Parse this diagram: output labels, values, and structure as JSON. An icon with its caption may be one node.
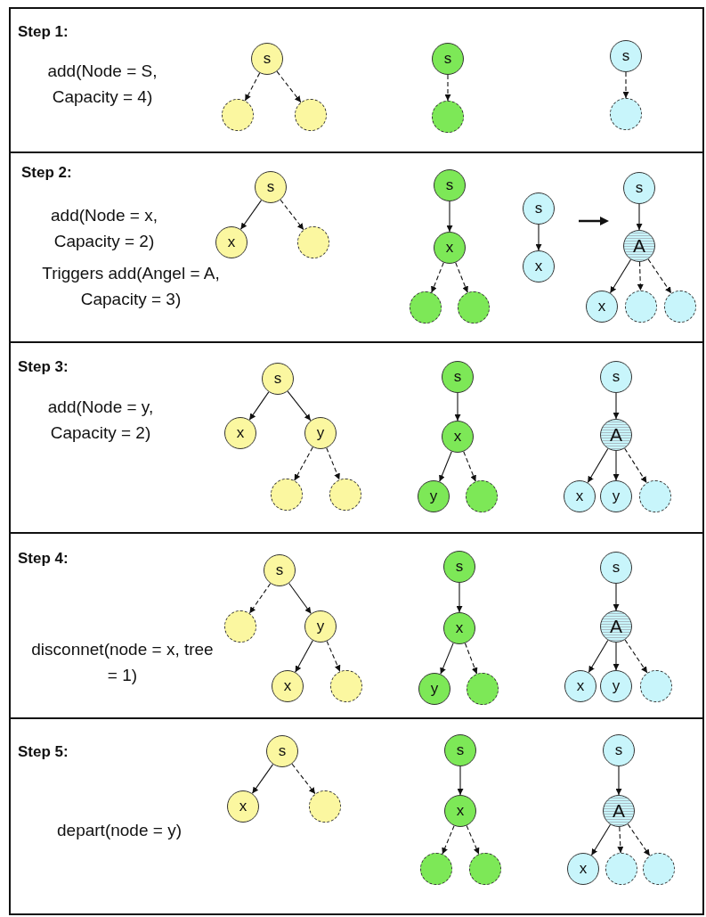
{
  "diagram": {
    "nodes": [
      {
        "text": [
          "Step 1:",
          "add(Node = S, Capacity = 4)"
        ]
      },
      {
        "text": [
          "s"
        ],
        "in": 0
      },
      {
        "text": [],
        "shape": "circle",
        "in": 0
      },
      {
        "text": [],
        "shape": "circle",
        "in": 0
      },
      {
        "text": [
          "s"
        ],
        "in": 0
      },
      {
        "text": [],
        "shape": "circle",
        "in": 0
      },
      {
        "text": [
          "s"
        ],
        "in": 0
      },
      {
        "text": [],
        "shape": "circle",
        "in": 0
      },
      {
        "text": [
          "Step 2:",
          "add(Node = x, Capacity = 2)",
          "Triggers add(Angel = A, Capacity = 3)"
        ]
      },
      {
        "text": [
          "s"
        ],
        "in": 8
      },
      {
        "text": [
          "x"
        ],
        "in": 8
      },
      {
        "text": [],
        "shape": "circle",
        "in": 8
      },
      {
        "text": [
          "s"
        ],
        "in": 8
      },
      {
        "text": [
          "x"
        ],
        "in": 8
      },
      {
        "text": [],
        "shape": "circle",
        "in": 8
      },
      {
        "text": [],
        "shape": "circle",
        "in": 8
      },
      {
        "text": [
          "s"
        ],
        "in": 8
      },
      {
        "text": [
          "x"
        ],
        "in": 8
      },
      {
        "text": [
          "s"
        ],
        "in": 8
      },
      {
        "text": [
          "A"
        ],
        "in": 8
      },
      {
        "text": [
          "x"
        ],
        "in": 8
      },
      {
        "text": [],
        "shape": "circle",
        "in": 8
      },
      {
        "text": [],
        "shape": "circle",
        "in": 8
      },
      {
        "text": [
          "Step 3:",
          "add(Node = y, Capacity = 2)"
        ]
      },
      {
        "text": [
          "s"
        ],
        "in": 23
      },
      {
        "text": [
          "x"
        ],
        "in": 23
      },
      {
        "text": [
          "y"
        ],
        "in": 23
      },
      {
        "text": [],
        "shape": "circle",
        "in": 23
      },
      {
        "text": [],
        "shape": "circle",
        "in": 23
      },
      {
        "text": [
          "s"
        ],
        "in": 23
      },
      {
        "text": [
          "x"
        ],
        "in": 23
      },
      {
        "text": [
          "y"
        ],
        "in": 23
      },
      {
        "text": [],
        "shape": "circle",
        "in": 23
      },
      {
        "text": [
          "s"
        ],
        "in": 23
      },
      {
        "text": [
          "A"
        ],
        "in": 23
      },
      {
        "text": [
          "x"
        ],
        "in": 23
      },
      {
        "text": [
          "y"
        ],
        "in": 23
      },
      {
        "text": [],
        "shape": "circle",
        "in": 23
      },
      {
        "text": [
          "Step 4:",
          "disconnet(node = x, tree = 1)"
        ]
      },
      {
        "text": [
          "s"
        ],
        "in": 38
      },
      {
        "text": [],
        "shape": "circle",
        "in": 38
      },
      {
        "text": [
          "y"
        ],
        "in": 38
      },
      {
        "text": [
          "x"
        ],
        "in": 38
      },
      {
        "text": [],
        "shape": "circle",
        "in": 38
      },
      {
        "text": [
          "s"
        ],
        "in": 38
      },
      {
        "text": [
          "x"
        ],
        "in": 38
      },
      {
        "text": [
          "y"
        ],
        "in": 38
      },
      {
        "text": [],
        "shape": "circle",
        "in": 38
      },
      {
        "text": [
          "s"
        ],
        "in": 38
      },
      {
        "text": [
          "A"
        ],
        "in": 38
      },
      {
        "text": [
          "x"
        ],
        "in": 38
      },
      {
        "text": [
          "y"
        ],
        "in": 38
      },
      {
        "text": [],
        "shape": "circle",
        "in": 38
      },
      {
        "text": [
          "Step 5:",
          "depart(node = y)"
        ]
      },
      {
        "text": [
          "s"
        ],
        "in": 53
      },
      {
        "text": [
          "x"
        ],
        "in": 53
      },
      {
        "text": [],
        "shape": "circle",
        "in": 53
      },
      {
        "text": [
          "s"
        ],
        "in": 53
      },
      {
        "text": [
          "x"
        ],
        "in": 53
      },
      {
        "text": [],
        "shape": "circle",
        "in": 53
      },
      {
        "text": [],
        "shape": "circle",
        "in": 53
      },
      {
        "text": [
          "s"
        ],
        "in": 53
      },
      {
        "text": [
          "A"
        ],
        "in": 53
      },
      {
        "text": [
          "x"
        ],
        "in": 53
      },
      {
        "text": [],
        "shape": "circle",
        "in": 53
      },
      {
        "text": [],
        "shape": "circle",
        "in": 53
      }
    ],
    "edges": [
      {
        "from": 1,
        "to": 2,
        "arrow": "to",
        "style": "dashed"
      },
      {
        "from": 1,
        "to": 3,
        "arrow": "to",
        "style": "dashed"
      },
      {
        "from": 4,
        "to": 5,
        "arrow": "to",
        "style": "dashed"
      },
      {
        "from": 6,
        "to": 7,
        "arrow": "to",
        "style": "dashed"
      },
      {
        "from": 9,
        "to": 10,
        "arrow": "to"
      },
      {
        "from": 9,
        "to": 11,
        "arrow": "to",
        "style": "dashed"
      },
      {
        "from": 12,
        "to": 13,
        "arrow": "to"
      },
      {
        "from": 13,
        "to": 14,
        "arrow": "to",
        "style": "dashed"
      },
      {
        "from": 13,
        "to": 15,
        "arrow": "to",
        "style": "dashed"
      },
      {
        "from": 16,
        "to": 17,
        "arrow": "to"
      },
      {
        "from": 18,
        "to": 19,
        "arrow": "to"
      },
      {
        "from": 19,
        "to": 20,
        "arrow": "to"
      },
      {
        "from": 19,
        "to": 21,
        "arrow": "to",
        "style": "dashed"
      },
      {
        "from": 19,
        "to": 22,
        "arrow": "to",
        "style": "dashed"
      },
      {
        "from": 24,
        "to": 25,
        "arrow": "to"
      },
      {
        "from": 24,
        "to": 26,
        "arrow": "to"
      },
      {
        "from": 26,
        "to": 27,
        "arrow": "to",
        "style": "dashed"
      },
      {
        "from": 26,
        "to": 28,
        "arrow": "to",
        "style": "dashed"
      },
      {
        "from": 29,
        "to": 30,
        "arrow": "to"
      },
      {
        "from": 30,
        "to": 31,
        "arrow": "to"
      },
      {
        "from": 30,
        "to": 32,
        "arrow": "to",
        "style": "dashed"
      },
      {
        "from": 33,
        "to": 34,
        "arrow": "to"
      },
      {
        "from": 34,
        "to": 35,
        "arrow": "to"
      },
      {
        "from": 34,
        "to": 36,
        "arrow": "to"
      },
      {
        "from": 34,
        "to": 37,
        "arrow": "to",
        "style": "dashed"
      },
      {
        "from": 39,
        "to": 40,
        "arrow": "to",
        "style": "dashed"
      },
      {
        "from": 39,
        "to": 41,
        "arrow": "to"
      },
      {
        "from": 41,
        "to": 42,
        "arrow": "to"
      },
      {
        "from": 41,
        "to": 43,
        "arrow": "to",
        "style": "dashed"
      },
      {
        "from": 44,
        "to": 45,
        "arrow": "to"
      },
      {
        "from": 45,
        "to": 46,
        "arrow": "to"
      },
      {
        "from": 45,
        "to": 47,
        "arrow": "to",
        "style": "dashed"
      },
      {
        "from": 48,
        "to": 49,
        "arrow": "to"
      },
      {
        "from": 49,
        "to": 50,
        "arrow": "to"
      },
      {
        "from": 49,
        "to": 51,
        "arrow": "to"
      },
      {
        "from": 49,
        "to": 52,
        "arrow": "to",
        "style": "dashed"
      },
      {
        "from": 54,
        "to": 55,
        "arrow": "to"
      },
      {
        "from": 54,
        "to": 56,
        "arrow": "to",
        "style": "dashed"
      },
      {
        "from": 57,
        "to": 58,
        "arrow": "to"
      },
      {
        "from": 58,
        "to": 59,
        "arrow": "to",
        "style": "dashed"
      },
      {
        "from": 58,
        "to": 60,
        "arrow": "to",
        "style": "dashed"
      },
      {
        "from": 61,
        "to": 62,
        "arrow": "to"
      },
      {
        "from": 62,
        "to": 63,
        "arrow": "to"
      },
      {
        "from": 62,
        "to": 64,
        "arrow": "to",
        "style": "dashed"
      },
      {
        "from": 62,
        "to": 65,
        "arrow": "to",
        "style": "dashed"
      }
    ]
  }
}
